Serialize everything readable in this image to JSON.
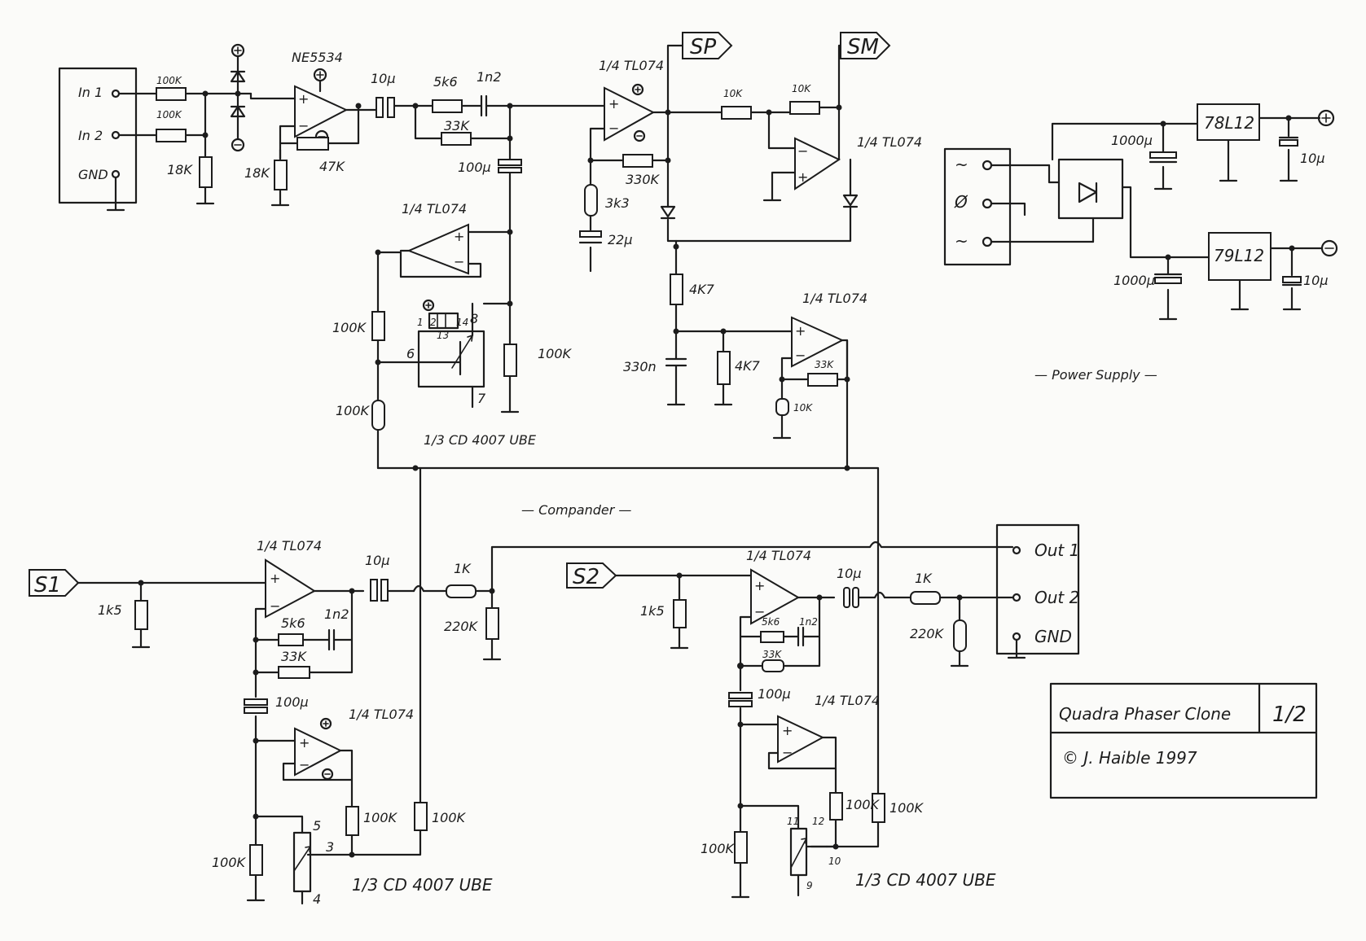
{
  "labels": {
    "in1": "In 1",
    "in2": "In 2",
    "gnd_in": "GND",
    "r_in1": "100K",
    "r_in2": "100K",
    "r_18k_a": "18K",
    "r_18k_b": "18K",
    "ne5534": "NE5534",
    "r_47k": "47K",
    "c_10u_a": "10µ",
    "r_5k6_a": "5k6",
    "c_1n2_a": "1n2",
    "r_33k_a": "33K",
    "c_100u_a": "100µ",
    "opamp_top_mid": "1/4 TL074",
    "sp": "SP",
    "sm": "SM",
    "r_10k_a": "10K",
    "r_10k_b": "10K",
    "opamp_top_right": "1/4 TL074",
    "r_330k": "330K",
    "r_3k3": "3k3",
    "c_22u": "22µ",
    "r_4k7_a": "4K7",
    "r_4k7_b": "4K7",
    "c_330n": "330n",
    "opamp_env": "1/4 TL074",
    "r_33k_env": "33K",
    "r_10k_env": "10K",
    "opamp_lfo": "1/4 TL074",
    "r_100k_l1": "100K",
    "r_100k_l2": "100K",
    "r_100k_r": "100K",
    "cd4007_top": "1/3 CD 4007 UBE",
    "pin_a1": "1",
    "pin_a2": "2",
    "pin_a14": "14",
    "pin_a13": "13",
    "pin_a6": "6",
    "pin_a7": "7",
    "pin_a8": "8",
    "compander": "— Compander —",
    "s1": "S1",
    "s2": "S2",
    "r_1k5_a": "1k5",
    "r_1k5_b": "1k5",
    "opamp_s1": "1/4 TL074",
    "opamp_s2": "1/4 TL074",
    "c_10u_b": "10µ",
    "c_10u_c": "10µ",
    "r_1k_a": "1K",
    "r_1k_b": "1K",
    "r_220k_a": "220K",
    "r_220k_b": "220K",
    "r_5k6_b": "5k6",
    "r_5k6_c": "5k6",
    "c_1n2_b": "1n2",
    "c_1n2_c": "1n2",
    "r_33k_b": "33K",
    "r_33k_c": "33K",
    "c_100u_b": "100µ",
    "c_100u_c": "100µ",
    "opamp_bl": "1/4 TL074",
    "opamp_br": "1/4 TL074",
    "r_100k_b1": "100K",
    "r_100k_b2": "100K",
    "r_100k_b3": "100K",
    "r_100k_b4": "100K",
    "r_100k_b5": "100K",
    "r_100k_b6": "100K",
    "cd4007_bl": "1/3 CD 4007 UBE",
    "cd4007_br": "1/3 CD 4007 UBE",
    "pin_b5": "5",
    "pin_b3": "3",
    "pin_b4": "4",
    "pin_c11": "11",
    "pin_c12": "12",
    "pin_c10": "10",
    "pin_c9": "9",
    "out1": "Out 1",
    "out2": "Out 2",
    "gnd_out": "GND",
    "psu_ac1": "~",
    "psu_zero": "Ø",
    "psu_ac2": "~",
    "c_1000u_a": "1000µ",
    "c_1000u_b": "1000µ",
    "reg_pos": "78L12",
    "reg_neg": "79L12",
    "c_10u_pp": "10µ",
    "c_10u_pn": "10µ",
    "psu_title": "— Power Supply —",
    "title": "Quadra Phaser Clone",
    "sheet": "1/2",
    "copyright": "© J. Haible   1997"
  }
}
